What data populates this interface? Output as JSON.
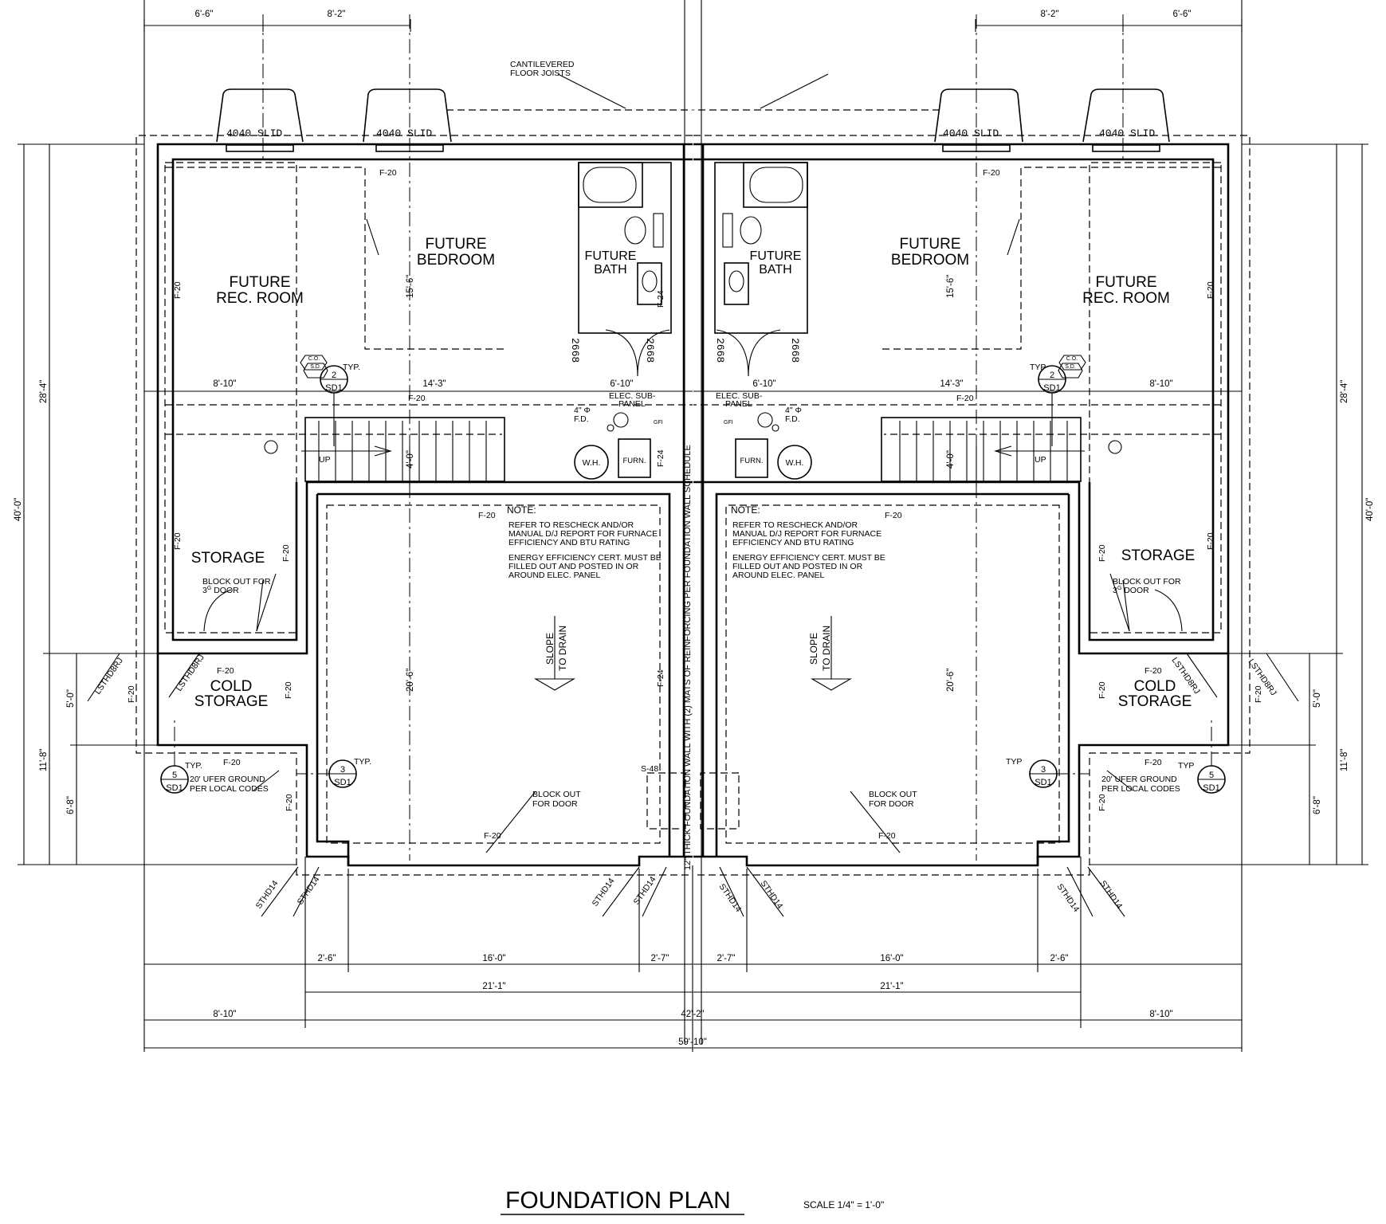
{
  "drawing": {
    "title": "FOUNDATION PLAN",
    "scale": "SCALE 1/4\" = 1'-0\"",
    "center_wall_note": "12\" THICK FOUNDATION WALL WITH (2) MATS OF REINFORCING PER FOUNDATION WALL SCHEDULE",
    "cantilever_note_line1": "CANTILEVERED",
    "cantilever_note_line2": "FLOOR JOISTS"
  },
  "rooms": {
    "rec_room_l1": "FUTURE",
    "rec_room_l2": "REC. ROOM",
    "bedroom_l1": "FUTURE",
    "bedroom_l2": "BEDROOM",
    "bath_l1": "FUTURE",
    "bath_l2": "BATH",
    "storage": "STORAGE",
    "cold_l1": "COLD",
    "cold_l2": "STORAGE"
  },
  "labels": {
    "window": "4040 SLID",
    "door": "2668",
    "footing_f20": "F-20",
    "footing_f24": "F-24",
    "footing_s48": "S-48",
    "up": "UP",
    "wh": "W.H.",
    "furn": "FURN.",
    "gfi": "GFI",
    "fd_l1": "4\" Φ",
    "fd_l2": "F.D.",
    "elec_l1": "ELEC. SUB-",
    "elec_l2": "PANEL",
    "co": "C.O.",
    "sd": "S.D.",
    "typ_dot": "TYP.",
    "typ": "TYP",
    "sthd14": "STHD14",
    "lsthd8rj": "LSTHD8RJ",
    "slope_l1": "SLOPE",
    "slope_l2": "TO DRAIN",
    "blockout_door_l1": "BLOCK OUT",
    "blockout_door_l2": "FOR DOOR",
    "blockout_3g_l1": "BLOCK OUT FOR",
    "blockout_3g_l2": "3",
    "blockout_3g_sup": "G",
    "blockout_3g_l3": " DOOR",
    "ufer_l1": "20' UFER GROUND",
    "ufer_l2": "PER LOCAL CODES"
  },
  "details": {
    "d2_num": "2",
    "d3_num": "3",
    "d5_num": "5",
    "sheet": "SD1"
  },
  "note": {
    "heading": "NOTE:",
    "l1": "REFER TO RESCHECK AND/OR",
    "l2": "MANUAL D/J REPORT FOR FURNACE",
    "l3": "EFFICIENCY AND BTU RATING",
    "l4": "ENERGY EFFICIENCY CERT. MUST BE",
    "l5": "FILLED OUT AND POSTED IN OR",
    "l6": "AROUND ELEC. PANEL"
  },
  "dimensions": {
    "top_6_6": "6'-6\"",
    "top_8_2": "8'-2\"",
    "d_8_10": "8'-10\"",
    "d_14_3": "14'-3\"",
    "d_6_10": "6'-10\"",
    "d_15_6": "15'-6\"",
    "d_4_0": "4'-0\"",
    "d_20_6": "20'-6\"",
    "d_28_4": "28'-4\"",
    "d_40_0": "40'-0\"",
    "d_5_0": "5'-0\"",
    "d_11_8": "11'-8\"",
    "d_6_8": "6'-8\"",
    "d_2_6": "2'-6\"",
    "d_16_0": "16'-0\"",
    "d_2_7": "2'-7\"",
    "d_21_1": "21'-1\"",
    "d_42_2": "42'-2\"",
    "d_59_10": "59'-10\""
  }
}
